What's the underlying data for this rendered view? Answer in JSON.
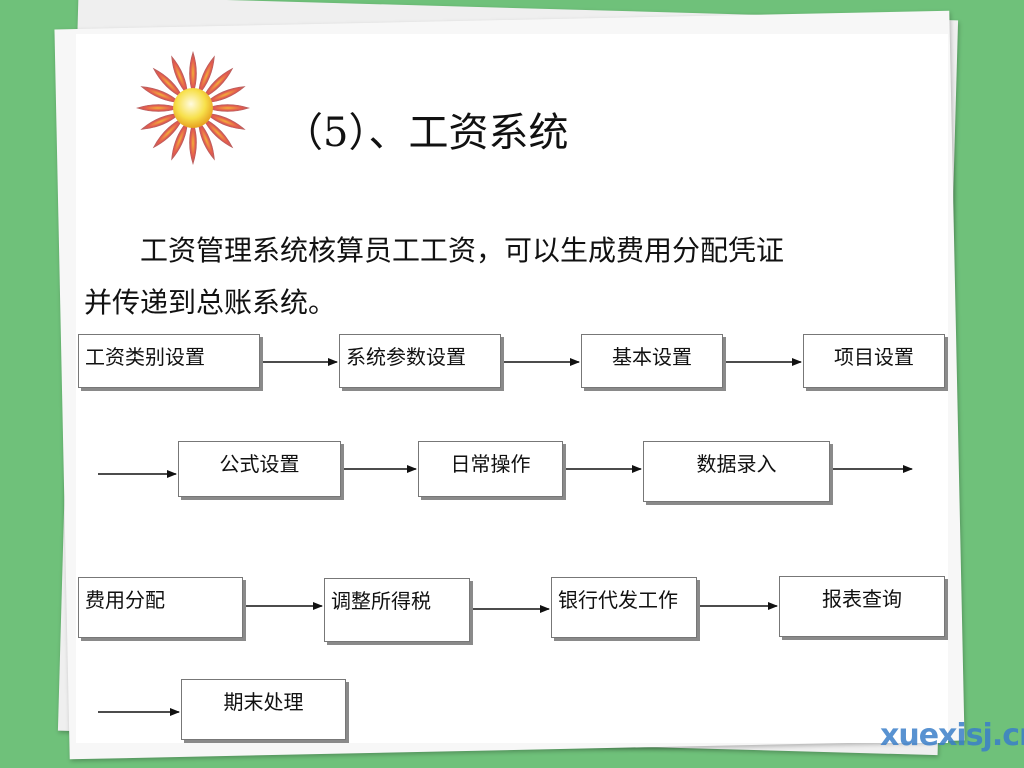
{
  "slide": {
    "title": "（5）、工资系统",
    "paragraph_line1": "工资管理系统核算员工工资，可以生成费用分配凭证",
    "paragraph_line2": "并传递到总账系统。"
  },
  "flowchart": {
    "row1": [
      "工资类别设置",
      "系统参数设置",
      "基本设置",
      "项目设置"
    ],
    "row2": [
      "公式设置",
      "日常操作",
      "数据录入"
    ],
    "row3": [
      "费用分配",
      "调整所得税",
      "银行代发工作",
      "报表查询"
    ],
    "row4": [
      "期末处理"
    ]
  },
  "watermark": "xuexisj.cn",
  "colors": {
    "background": "#6fc17a",
    "flower_center": "#f7e04a",
    "flower_petals": "#e05a5a"
  }
}
